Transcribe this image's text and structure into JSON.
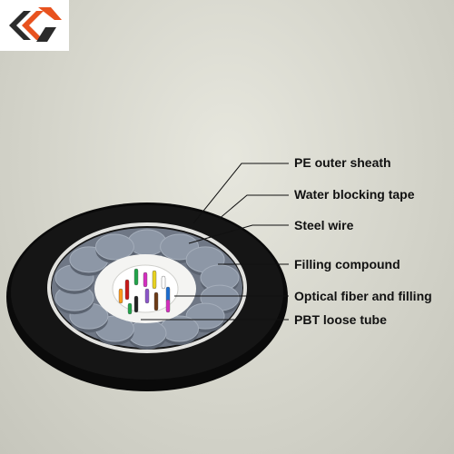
{
  "labels": {
    "pe_outer_sheath": "PE outer sheath",
    "water_blocking_tape": "Water blocking tape",
    "steel_wire": "Steel wire",
    "filling_compound": "Filling compound",
    "optical_fiber": "Optical fiber and filling",
    "pbt_loose_tube": "PBT loose tube"
  },
  "colors": {
    "logo_orange": "#e8521e",
    "logo_dark": "#2b2b2b",
    "sheath": "#0a0a0a",
    "steel_wire": "#8d97a6",
    "tape": "#f4f4f2",
    "fiber_colors": [
      "#22a34a",
      "#d42fbf",
      "#e8d21f",
      "#ffffff",
      "#c81818",
      "#1c6dd0",
      "#ff9a1a",
      "#6c3a16",
      "#222222",
      "#8b55c9"
    ]
  },
  "icons": {
    "logo": "company-logo-chevrons"
  }
}
